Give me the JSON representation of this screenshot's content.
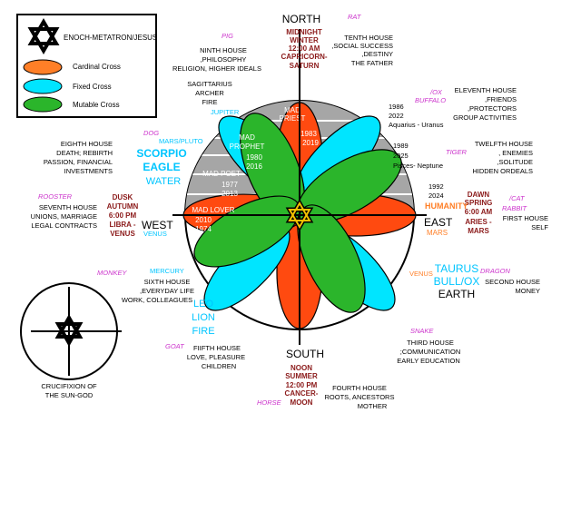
{
  "legend": {
    "star": "ENOCH-METATRON/JESUS",
    "cardinal": "Cardinal Cross",
    "fixed": "Fixed Cross",
    "mutable": "Mutable Cross",
    "colors": {
      "cardinal": "#ff7f27",
      "fixed": "#00e5ff",
      "mutable": "#2bb52b",
      "cardinal_petal": "#ff4a10"
    }
  },
  "directions": {
    "north": "NORTH",
    "south": "SOUTH",
    "east": "EAST",
    "west": "WEST"
  },
  "north_block": [
    "MIDNIGHT",
    "WINTER",
    "12:00 AM",
    "CAPRICORN-",
    "SATURN"
  ],
  "south_block": [
    "NOON",
    "SUMMER",
    "12:00 PM",
    "CANCER-",
    "MOON"
  ],
  "east_block": [
    "DAWN",
    "SPRING",
    "6:00 AM",
    "ARIES -",
    "MARS"
  ],
  "west_block": [
    "DUSK",
    "AUTUMN",
    "6:00 PM",
    "LIBRA -",
    "VENUS"
  ],
  "animals": {
    "rat": "RAT",
    "pig": "PIG",
    "ox_buffalo": [
      "/OX",
      "BUFFALO"
    ],
    "dog": "DOG",
    "tiger": "TIGER",
    "rooster": "ROOSTER",
    "cat_rabbit": [
      "/CAT",
      "RABBIT"
    ],
    "monkey": "MONKEY",
    "dragon": "DRAGON",
    "snake": "SNAKE",
    "goat": "GOAT",
    "horse": "HORSE"
  },
  "houses": {
    "tenth": [
      "TENTH HOUSE",
      ",SOCIAL SUCCESS",
      ",DESTINY",
      "THE FATHER"
    ],
    "ninth": [
      "NINTH HOUSE",
      ",PHILOSOPHY",
      "RELIGION, HIGHER IDEALS"
    ],
    "eleventh": [
      "ELEVENTH HOUSE",
      ",FRIENDS",
      ",PROTECTORS",
      "GROUP ACTIVITIES"
    ],
    "eighth": [
      "EIGHTH HOUSE",
      "DEATH; REBIRTH",
      "PASSION, FINANCIAL",
      "INVESTMENTS"
    ],
    "twelfth": [
      "TWELFTH HOUSE",
      ", ENEMIES",
      ",SOLITUDE",
      "HIDDEN ORDEALS"
    ],
    "seventh": [
      "SEVENTH HOUSE",
      "UNIONS, MARRIAGE",
      "LEGAL CONTRACTS"
    ],
    "first": [
      "FIRST HOUSE",
      "SELF"
    ],
    "sixth": [
      "SIXTH HOUSE",
      ",EVERYDAY LIFE",
      "WORK, COLLEAGUES"
    ],
    "second": [
      "SECOND HOUSE",
      "MONEY"
    ],
    "third": [
      "THIRD HOUSE",
      ";COMMUNICATION",
      "EARLY EDUCATION"
    ],
    "fifth": [
      "FIIFTH HOUSE",
      "LOVE, PLEASURE",
      "CHILDREN"
    ],
    "fourth": [
      "FOURTH HOUSE",
      "ROOTS, ANCESTORS",
      "MOTHER"
    ]
  },
  "sagittarius": [
    "SAGITTARIUS",
    "ARCHER",
    "FIRE"
  ],
  "jupiter": "JUPITER",
  "scorpio": {
    "planet": "MARS/PLUTO",
    "sign": "SCORPIO",
    "animal": "EAGLE",
    "element": "WATER"
  },
  "west_venus": "VENUS",
  "mercury": "MERCURY",
  "leo": [
    "LEO",
    "LION",
    "FIRE"
  ],
  "east_mars": "MARS",
  "taurus": {
    "planet": "VENUS",
    "sign": "TAURUS",
    "animal": "BULL/OX",
    "element": "EARTH"
  },
  "humanity": "HUMANITY",
  "years": {
    "uranus": [
      "1986",
      "2022",
      "Aquarius - Uranus"
    ],
    "neptune": [
      "1989",
      "2025",
      "Pisces- Neptune"
    ],
    "humanity": [
      "1992",
      "2024"
    ]
  },
  "petals": {
    "priest": [
      "MAD",
      "PRIEST"
    ],
    "priest_years": [
      "1983",
      "2019"
    ],
    "prophet": [
      "MAD",
      "PROPHET",
      "1980",
      "2016"
    ],
    "poet": [
      "MAD POET",
      "1977",
      "2013"
    ],
    "lover": [
      "MAD LOVER",
      "2010",
      "1974"
    ]
  },
  "crucifixion": [
    "CRUCIFIXION OF",
    "THE SUN-GOD"
  ]
}
